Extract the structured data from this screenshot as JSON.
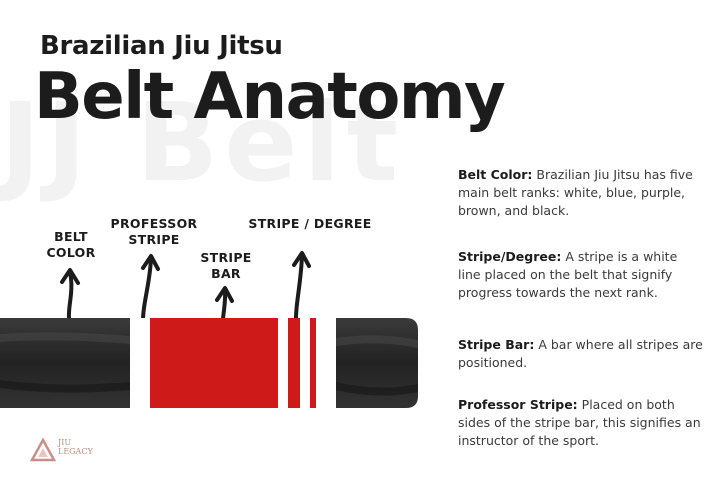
{
  "watermark": "JJ Belt",
  "title": {
    "small": "Brazilian Jiu Jitsu",
    "big": "Belt Anatomy"
  },
  "callouts": {
    "belt_color": [
      "BELT",
      "COLOR"
    ],
    "professor_stripe": [
      "PROFESSOR",
      "STRIPE"
    ],
    "stripe_bar": [
      "STRIPE",
      "BAR"
    ],
    "stripe_degree": "STRIPE / DEGREE"
  },
  "descriptions": [
    {
      "term": "Belt Color:",
      "text": "Brazilian Jiu Jitsu has five main belt ranks: white, blue, purple, brown, and black."
    },
    {
      "term": "Stripe/Degree:",
      "text": "A stripe is a white line placed on the belt that signify progress towards the next rank."
    },
    {
      "term": "Stripe Bar:",
      "text": "A bar where all stripes are positioned."
    },
    {
      "term": "Professor Stripe:",
      "text": "Placed on both sides of the stripe bar, this signifies an instructor of the sport."
    }
  ],
  "logo": {
    "line1": "JIU",
    "line2": "LEGACY"
  },
  "colors": {
    "belt_black": "#2b2b2b",
    "stripe_bar_red": "#cf1a1a",
    "stripe_white": "#ffffff",
    "text_dark": "#1c1c1c"
  }
}
